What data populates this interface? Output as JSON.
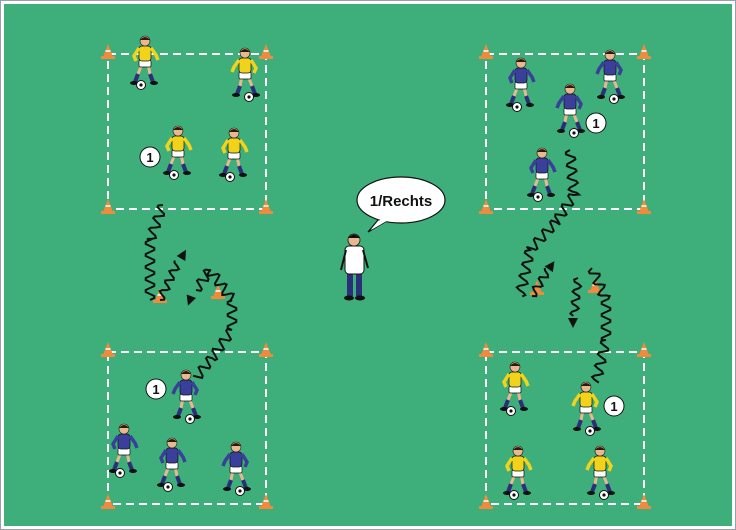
{
  "speech_bubble": {
    "text": "1/Rechts"
  },
  "station_labels": [
    {
      "id": "top-left",
      "text": "1"
    },
    {
      "id": "top-right",
      "text": "1"
    },
    {
      "id": "bottom-left",
      "text": "1"
    },
    {
      "id": "bottom-right",
      "text": "1"
    }
  ],
  "colors": {
    "field": "#3eae7a",
    "field_border": "#9aa0a6",
    "lines": "#ffffff",
    "cone": "#f08a3c",
    "jersey_yellow": "#f2d31b",
    "jersey_blue": "#3a3f9a",
    "shorts": "#ffffff",
    "socks_blue": "#2b2f7a",
    "dribble_path": "#111111"
  },
  "players": [
    {
      "jersey": "yellow"
    },
    {
      "jersey": "yellow"
    },
    {
      "jersey": "yellow"
    },
    {
      "jersey": "yellow"
    },
    {
      "jersey": "blue"
    },
    {
      "jersey": "blue"
    },
    {
      "jersey": "blue"
    },
    {
      "jersey": "blue"
    },
    {
      "jersey": "blue"
    },
    {
      "jersey": "blue"
    },
    {
      "jersey": "blue"
    },
    {
      "jersey": "blue"
    },
    {
      "jersey": "yellow"
    },
    {
      "jersey": "yellow"
    },
    {
      "jersey": "yellow"
    },
    {
      "jersey": "yellow"
    }
  ]
}
